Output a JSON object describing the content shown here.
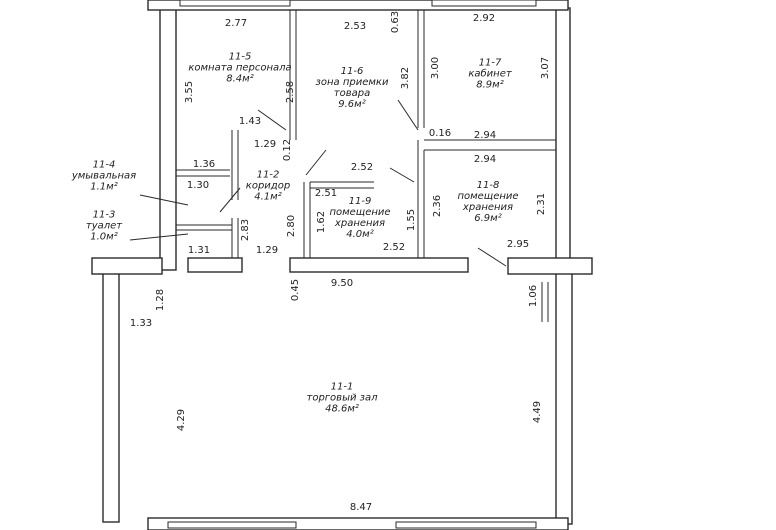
{
  "rooms": [
    {
      "id": "11-5",
      "name": "комната персонала",
      "area": "8.4м²"
    },
    {
      "id": "11-6",
      "name1": "зона приемки",
      "name2": "товара",
      "area": "9.6м²"
    },
    {
      "id": "11-7",
      "name": "кабинет",
      "area": "8.9м²"
    },
    {
      "id": "11-4",
      "name": "умывальная",
      "area": "1.1м²"
    },
    {
      "id": "11-2",
      "name": "коридор",
      "area": "4.1м²"
    },
    {
      "id": "11-3",
      "name": "туалет",
      "area": "1.0м²"
    },
    {
      "id": "11-9",
      "name1": "помещение",
      "name2": "хранения",
      "area": "4.0м²"
    },
    {
      "id": "11-8",
      "name1": "помещение",
      "name2": "хранения",
      "area": "6.9м²"
    },
    {
      "id": "11-1",
      "name": "торговый зал",
      "area": "48.6м²"
    }
  ],
  "dims": {
    "d277": "2.77",
    "d253": "2.53",
    "d063": "0.63",
    "d292": "2.92",
    "d355": "3.55",
    "d258": "2.58",
    "d382": "3.82",
    "d300": "3.00",
    "d307": "3.07",
    "d143": "1.43",
    "d129a": "1.29",
    "d012": "0.12",
    "d016": "0.16",
    "d294a": "2.94",
    "d136": "1.36",
    "d252a": "2.52",
    "d294b": "2.94",
    "d130": "1.30",
    "d251": "2.51",
    "d162": "1.62",
    "d280": "2.80",
    "d283": "2.83",
    "d155": "1.55",
    "d236": "2.36",
    "d231": "2.31",
    "d131": "1.31",
    "d129b": "1.29",
    "d252b": "2.52",
    "d295": "2.95",
    "d045": "0.45",
    "d950": "9.50",
    "d128": "1.28",
    "d106": "1.06",
    "d133": "1.33",
    "d429": "4.29",
    "d449": "4.49",
    "d847": "8.47"
  }
}
